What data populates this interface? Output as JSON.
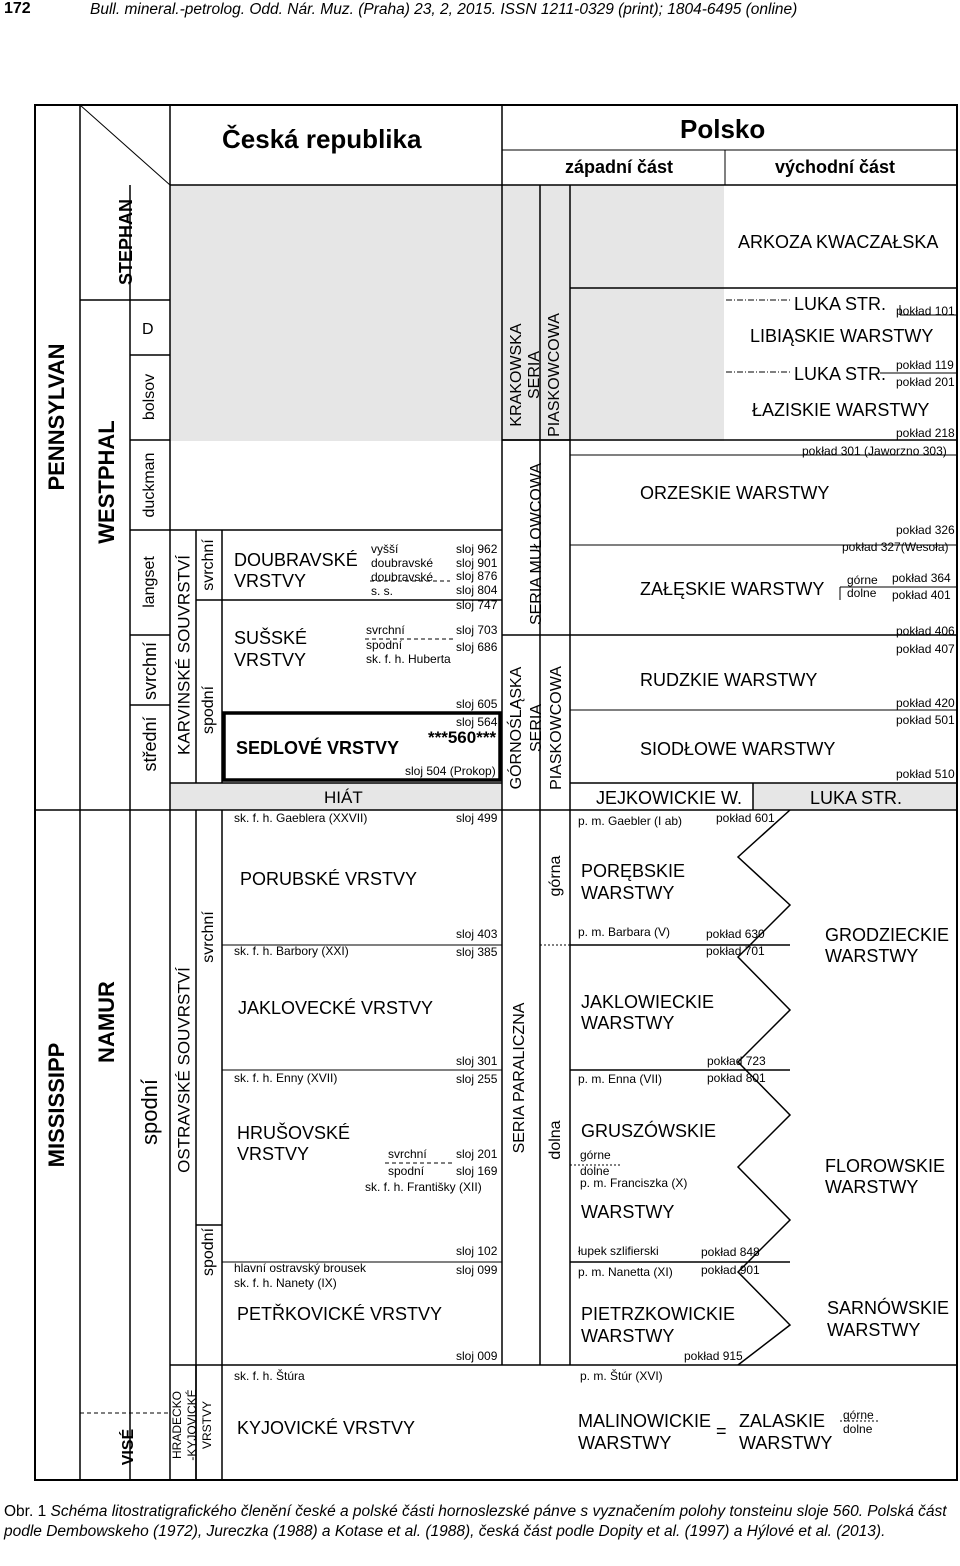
{
  "header": {
    "page_number": "172",
    "journal": "Bull. mineral.-petrolog. Odd. Nár. Muz. (Praha) 23, 2, 2015. ISSN 1211-0329 (print); 1804-6495 (online)"
  },
  "figure": {
    "country_cz": "Česká republika",
    "country_pl": "Polsko",
    "pl_west": "západní část",
    "pl_east": "východní část",
    "systems": {
      "pennsylvan": "PENNSYLVAN",
      "mississipp": "MISSISSIPP"
    },
    "series": {
      "stephan": "STEPHAN",
      "westphal": "WESTPHAL",
      "namur": "NAMUR",
      "vise": "VISÉ"
    },
    "stages": {
      "d": "D",
      "bolsov": "bolsov",
      "duckman": "duckman",
      "langset": "langset",
      "svrchni": "svrchní",
      "stredni": "střední",
      "spodni": "spodní"
    },
    "cz_suites": {
      "karvinske": "KARVINSKÉ SOUVRSTVÍ",
      "ostravske": "OSTRAVSKÉ SOUVRSTVÍ",
      "hradecko": "HRADECKO",
      "kyjovicke": "-KYJOVICKÉ",
      "vrstvy": "VRSTVY"
    },
    "cz_sub": {
      "svrchni_k": "svrchní",
      "spodni_k": "spodní",
      "svrchni_o": "svrchní",
      "spodni_o": "spodní"
    },
    "cz": {
      "doubravske1": "DOUBRAVSKÉ",
      "doubravske2": "VRSTVY",
      "vyssi": "vyšší",
      "doubravske_a": "doubravské",
      "doubravske_b": "doubravské",
      "ss": "s. s.",
      "sloj962": "sloj 962",
      "sloj901": "sloj 901",
      "sloj876": "sloj 876",
      "sloj804": "sloj 804",
      "sloj747": "sloj 747",
      "susske1": "SUŠSKÉ",
      "susske2": "VRSTVY",
      "svrchni_s": "svrchní",
      "spodni_s": "spodní",
      "huberta": "sk. f. h. Huberta",
      "sloj703": "sloj 703",
      "sloj686": "sloj 686",
      "sloj605": "sloj 605",
      "sloj564": "sloj 564",
      "seam560": "***560***",
      "sedlove": "SEDLOVÉ VRSTVY",
      "sloj504": "sloj 504 (Prokop)",
      "hiat": "HIÁT",
      "gaeblera": "sk. f. h. Gaeblera (XXVII)",
      "sloj499": "sloj 499",
      "porubske": "PORUBSKÉ VRSTVY",
      "sloj403": "sloj 403",
      "barbory": "sk. f. h. Barbory (XXI)",
      "sloj385": "sloj 385",
      "jaklovecke": "JAKLOVECKÉ VRSTVY",
      "sloj301": "sloj 301",
      "enny": "sk. f. h. Enny (XVII)",
      "sloj255": "sloj 255",
      "hrusovske1": "HRUŠOVSKÉ",
      "hrusovske2": "VRSTVY",
      "svrchni_h": "svrchní",
      "spodni_h": "spodní",
      "sloj201": "sloj 201",
      "sloj169": "sloj 169",
      "frantisky": "sk. f. h. Františky (XII)",
      "sloj102": "sloj 102",
      "brousek": "hlavní ostravský brousek",
      "sloj099": "sloj 099",
      "nanety": "sk. f. h. Nanety (IX)",
      "petrkovicke": "PETŘKOVICKÉ VRSTVY",
      "sloj009": "sloj 009",
      "stura": "sk. f. h. Štúra",
      "kyjovicke": "KYJOVICKÉ VRSTVY"
    },
    "pl_series": {
      "krakowska1": "KRAKOWSKA",
      "krakowska2": "SERIA",
      "krakowska3": "PIASKOWCOWA",
      "mulowcowa": "SERIA MUŁOWCOWA",
      "gornoslaska1": "GÓRNOŚLĄSKA",
      "gornoslaska2": "SERIA",
      "gornoslaska3": "PIASKOWCOWA",
      "paraliczna": "SERIA PARALICZNA",
      "gorna": "górna",
      "dolna": "dolna"
    },
    "pl": {
      "arkoza": "ARKOZA KWACZAŁSKA",
      "luka1": "LUKA STR.",
      "p101": "pokład 101",
      "libiaskie": "LIBIĄSKIE WARSTWY",
      "luka2": "LUKA STR.",
      "p119": "pokład 119",
      "p201": "pokład 201",
      "laziskie": "ŁAZISKIE WARSTWY",
      "p218": "pokład 218",
      "p301": "pokład 301 (Jaworzno 303)",
      "orzeskie": "ORZESKIE WARSTWY",
      "p326": "pokład 326",
      "p327": "pokład 327(Wesoła)",
      "zaleskie": "ZAŁĘSKIE WARSTWY",
      "gorne1": "górne",
      "dolne1": "dolne",
      "p364": "pokład 364",
      "p401": "pokład 401",
      "p406": "pokład 406",
      "p407": "pokład 407",
      "rudzkie": "RUDZKIE WARSTWY",
      "p420": "pokład 420",
      "p501": "pokład 501",
      "siodlowe": "SIODŁOWE WARSTWY",
      "p510": "pokład 510",
      "jejkowickie": "JEJKOWICKIE W.",
      "luka3": "LUKA STR.",
      "gaebler": "p. m. Gaebler (I ab)",
      "p601": "pokład 601",
      "porebskie1": "PORĘBSKIE",
      "porebskie2": "WARSTWY",
      "barbara": "p. m. Barbara (V)",
      "p630": "pokład 630",
      "p701": "pokład 701",
      "grodzieckie1": "GRODZIECKIE",
      "grodzieckie2": "WARSTWY",
      "jaklowieckie1": "JAKLOWIECKIE",
      "jaklowieckie2": "WARSTWY",
      "p723": "pokład 723",
      "enna": "p. m. Enna (VII)",
      "p801": "pokład 801",
      "gruszowskie": "GRUSZÓWSKIE",
      "gorne2": "górne",
      "dolne2": "dolne",
      "franciszka": "p. m. Franciszka (X)",
      "gruszowskie2": "WARSTWY",
      "florowskie1": "FLOROWSKIE",
      "florowskie2": "WARSTWY",
      "lupek": "łupek szlifierski",
      "p848": "pokład 848",
      "nanetta": "p. m. Nanetta (XI)",
      "p901": "pokład 901",
      "pietrzkowickie1": "PIETRZKOWICKIE",
      "pietrzkowickie2": "WARSTWY",
      "sarnowskie1": "SARNÓWSKIE",
      "sarnowskie2": "WARSTWY",
      "p915": "pokład 915",
      "stur": "p. m. Štúr (XVI)",
      "malinowickie1": "MALINOWICKIE",
      "malinowickie2": "WARSTWY",
      "equals": "=",
      "zalaskie1": "ZALASKIE",
      "zalaskie2": "WARSTWY",
      "gorne3": "górne",
      "dolne3": "dolne"
    }
  },
  "caption": {
    "label": "Obr. 1",
    "text": "Schéma litostratigrafického členění české a polské části hornoslezské pánve s vyznačením polohy tonsteinu sloje 560. Polská část podle Dembowskeho (1972), Jureczka (1988) a Kotase et al. (1988), česká část podle Dopity et al. (1997) a Hýlové et al. (2013)."
  }
}
